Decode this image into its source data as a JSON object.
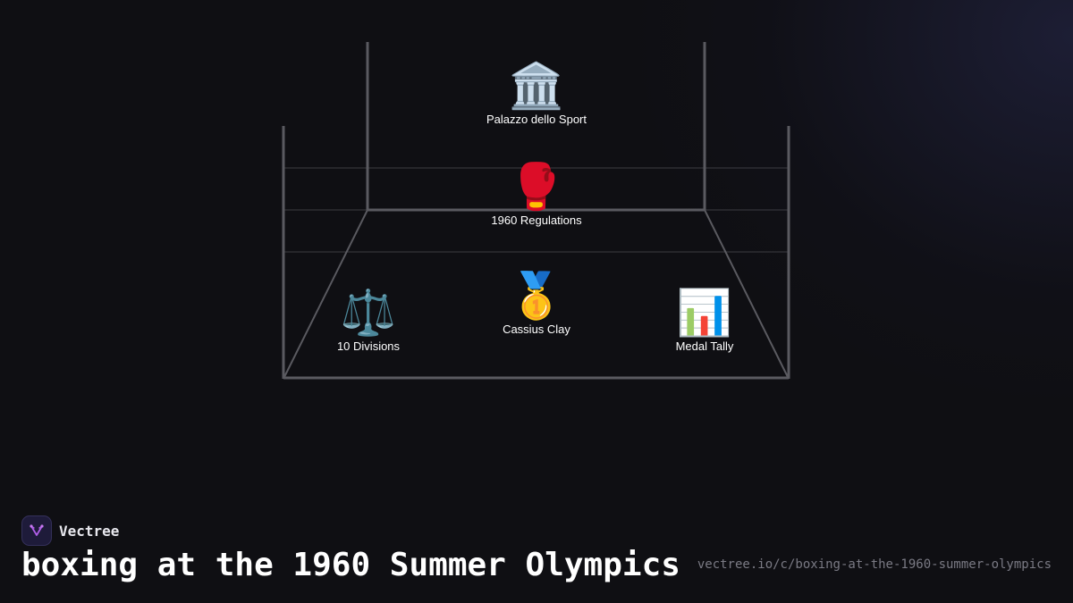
{
  "diagram": {
    "nodes": [
      {
        "id": "venue",
        "icon": "🏛️",
        "icon_name": "classical-building-icon",
        "label": "Palazzo dello Sport"
      },
      {
        "id": "rules",
        "icon": "🥊",
        "icon_name": "boxing-glove-icon",
        "label": "1960 Regulations"
      },
      {
        "id": "divisions",
        "icon": "⚖️",
        "icon_name": "balance-scale-icon",
        "label": "10 Divisions"
      },
      {
        "id": "champion",
        "icon": "🥇",
        "icon_name": "gold-medal-icon",
        "label": "Cassius Clay"
      },
      {
        "id": "tally",
        "icon": "📊",
        "icon_name": "bar-chart-icon",
        "label": "Medal Tally"
      }
    ],
    "line_color": "#5a5a60",
    "rope_color": "#3c3c42"
  },
  "brand": {
    "name": "Vectree",
    "logo_color": "#b05ee8"
  },
  "title": "boxing at the 1960 Summer Olympics",
  "source_url": "vectree.io/c/boxing-at-the-1960-summer-olympics",
  "colors": {
    "background": "#0f0f13",
    "text": "#ffffff",
    "muted": "#7a7a84"
  }
}
